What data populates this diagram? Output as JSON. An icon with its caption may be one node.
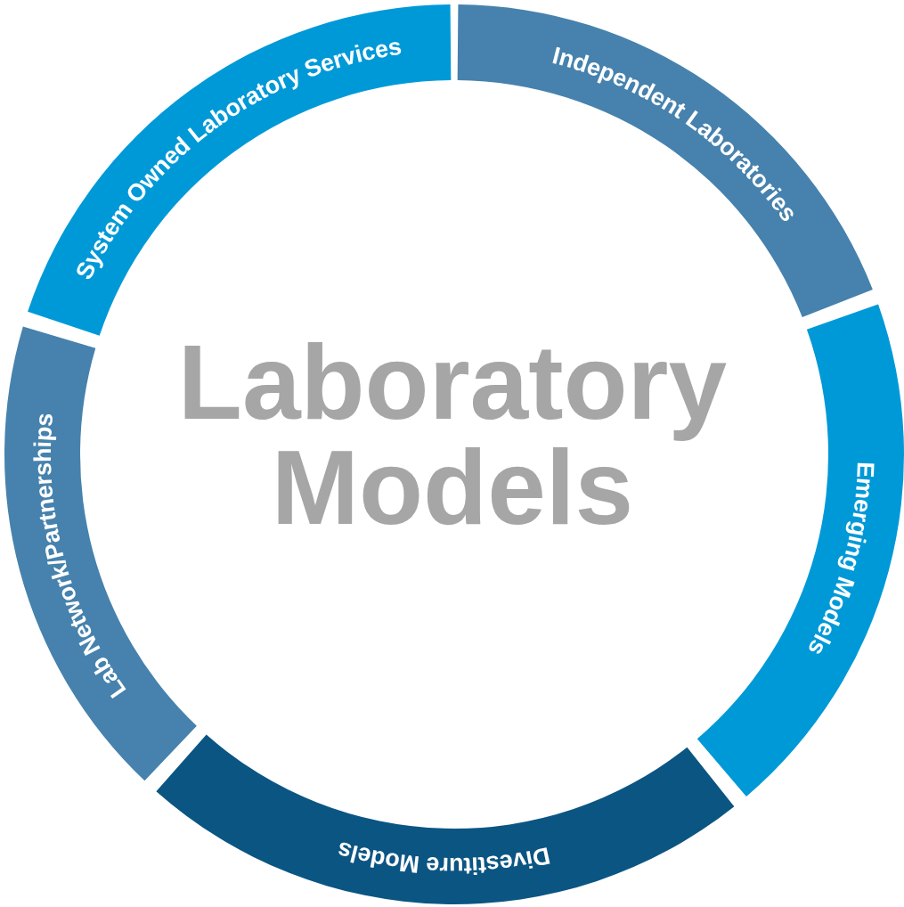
{
  "diagram": {
    "nodes": [
      {
        "text": [
          "System Owned Laboratory Services"
        ]
      },
      {
        "text": [
          "Independent Laboratories"
        ]
      },
      {
        "text": [
          "Emerging Models"
        ]
      },
      {
        "text": [
          "Divestiture Models"
        ]
      },
      {
        "text": [
          "Lab Network/Partnerships"
        ]
      }
    ],
    "edges": [],
    "labels": [
      "Laboratory Models"
    ]
  }
}
